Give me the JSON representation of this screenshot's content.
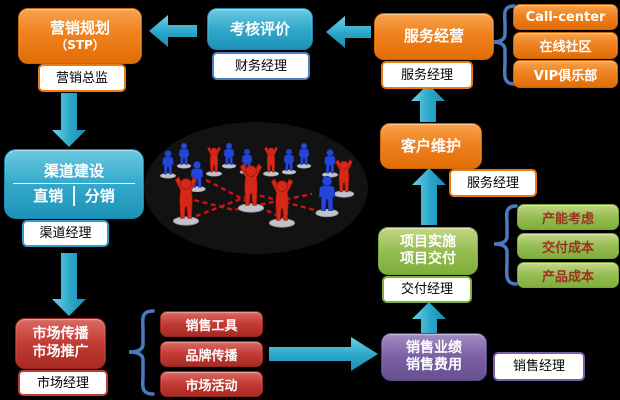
{
  "colors": {
    "background": "#000000",
    "orange": "#EF8220",
    "cyan": "#32A9CC",
    "green": "#95BD52",
    "red": "#C23B34",
    "purple": "#7B5EA6",
    "brace_blue": "#4A7BC0",
    "arrow_cyan": "#2AA6C8",
    "green_item_text": "#9E3220",
    "box_text": "#FFFFFF",
    "label_text": "#000000"
  },
  "center_image": "people-network-clipart",
  "nodes": {
    "marketing_planning": {
      "line1": "营销规划",
      "line2": "（STP）",
      "label": "营销总监"
    },
    "assessment": {
      "title": "考核评价",
      "label": "财务经理"
    },
    "service_operation": {
      "title": "服务经营",
      "label": "服务经理"
    },
    "service_items": [
      "Call-center",
      "在线社区",
      "VIP俱乐部"
    ],
    "customer_maintenance": {
      "title": "客户维护",
      "label": "服务经理"
    },
    "project_delivery": {
      "line1": "项目实施",
      "line2": "项目交付",
      "label": "交付经理"
    },
    "project_items": [
      "产能考虑",
      "交付成本",
      "产品成本"
    ],
    "sales_performance": {
      "line1": "销售业绩",
      "line2": "销售费用",
      "label": "销售经理"
    },
    "channel_building": {
      "title": "渠道建设",
      "direct": "直销",
      "distribution": "分销",
      "label": "渠道经理"
    },
    "market_promotion": {
      "line1": "市场传播",
      "line2": "市场推广",
      "label": "市场经理"
    },
    "market_items": [
      "销售工具",
      "品牌传播",
      "市场活动"
    ]
  }
}
